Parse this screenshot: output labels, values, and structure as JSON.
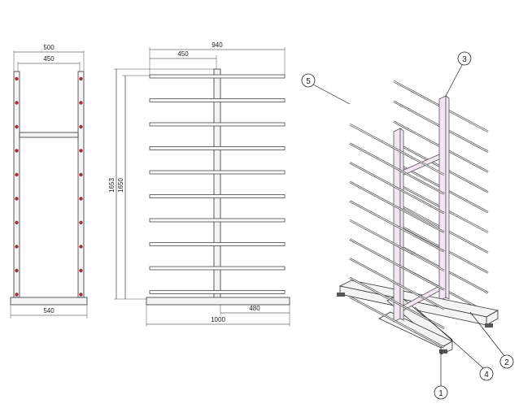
{
  "side_view": {
    "dim_top_outer": "500",
    "dim_top_inner": "450",
    "dim_bottom": "540"
  },
  "front_view": {
    "dim_top_total": "940",
    "dim_top_half": "450",
    "dim_height_outer": "1653",
    "dim_height_inner": "1650",
    "dim_bottom_right": "480",
    "dim_bottom_total": "1000"
  },
  "callouts": [
    "1",
    "2",
    "3",
    "4",
    "5"
  ],
  "colors": {
    "line": "#333333",
    "hole": "#a0303a",
    "iso_tint": "#f2e6f2"
  }
}
